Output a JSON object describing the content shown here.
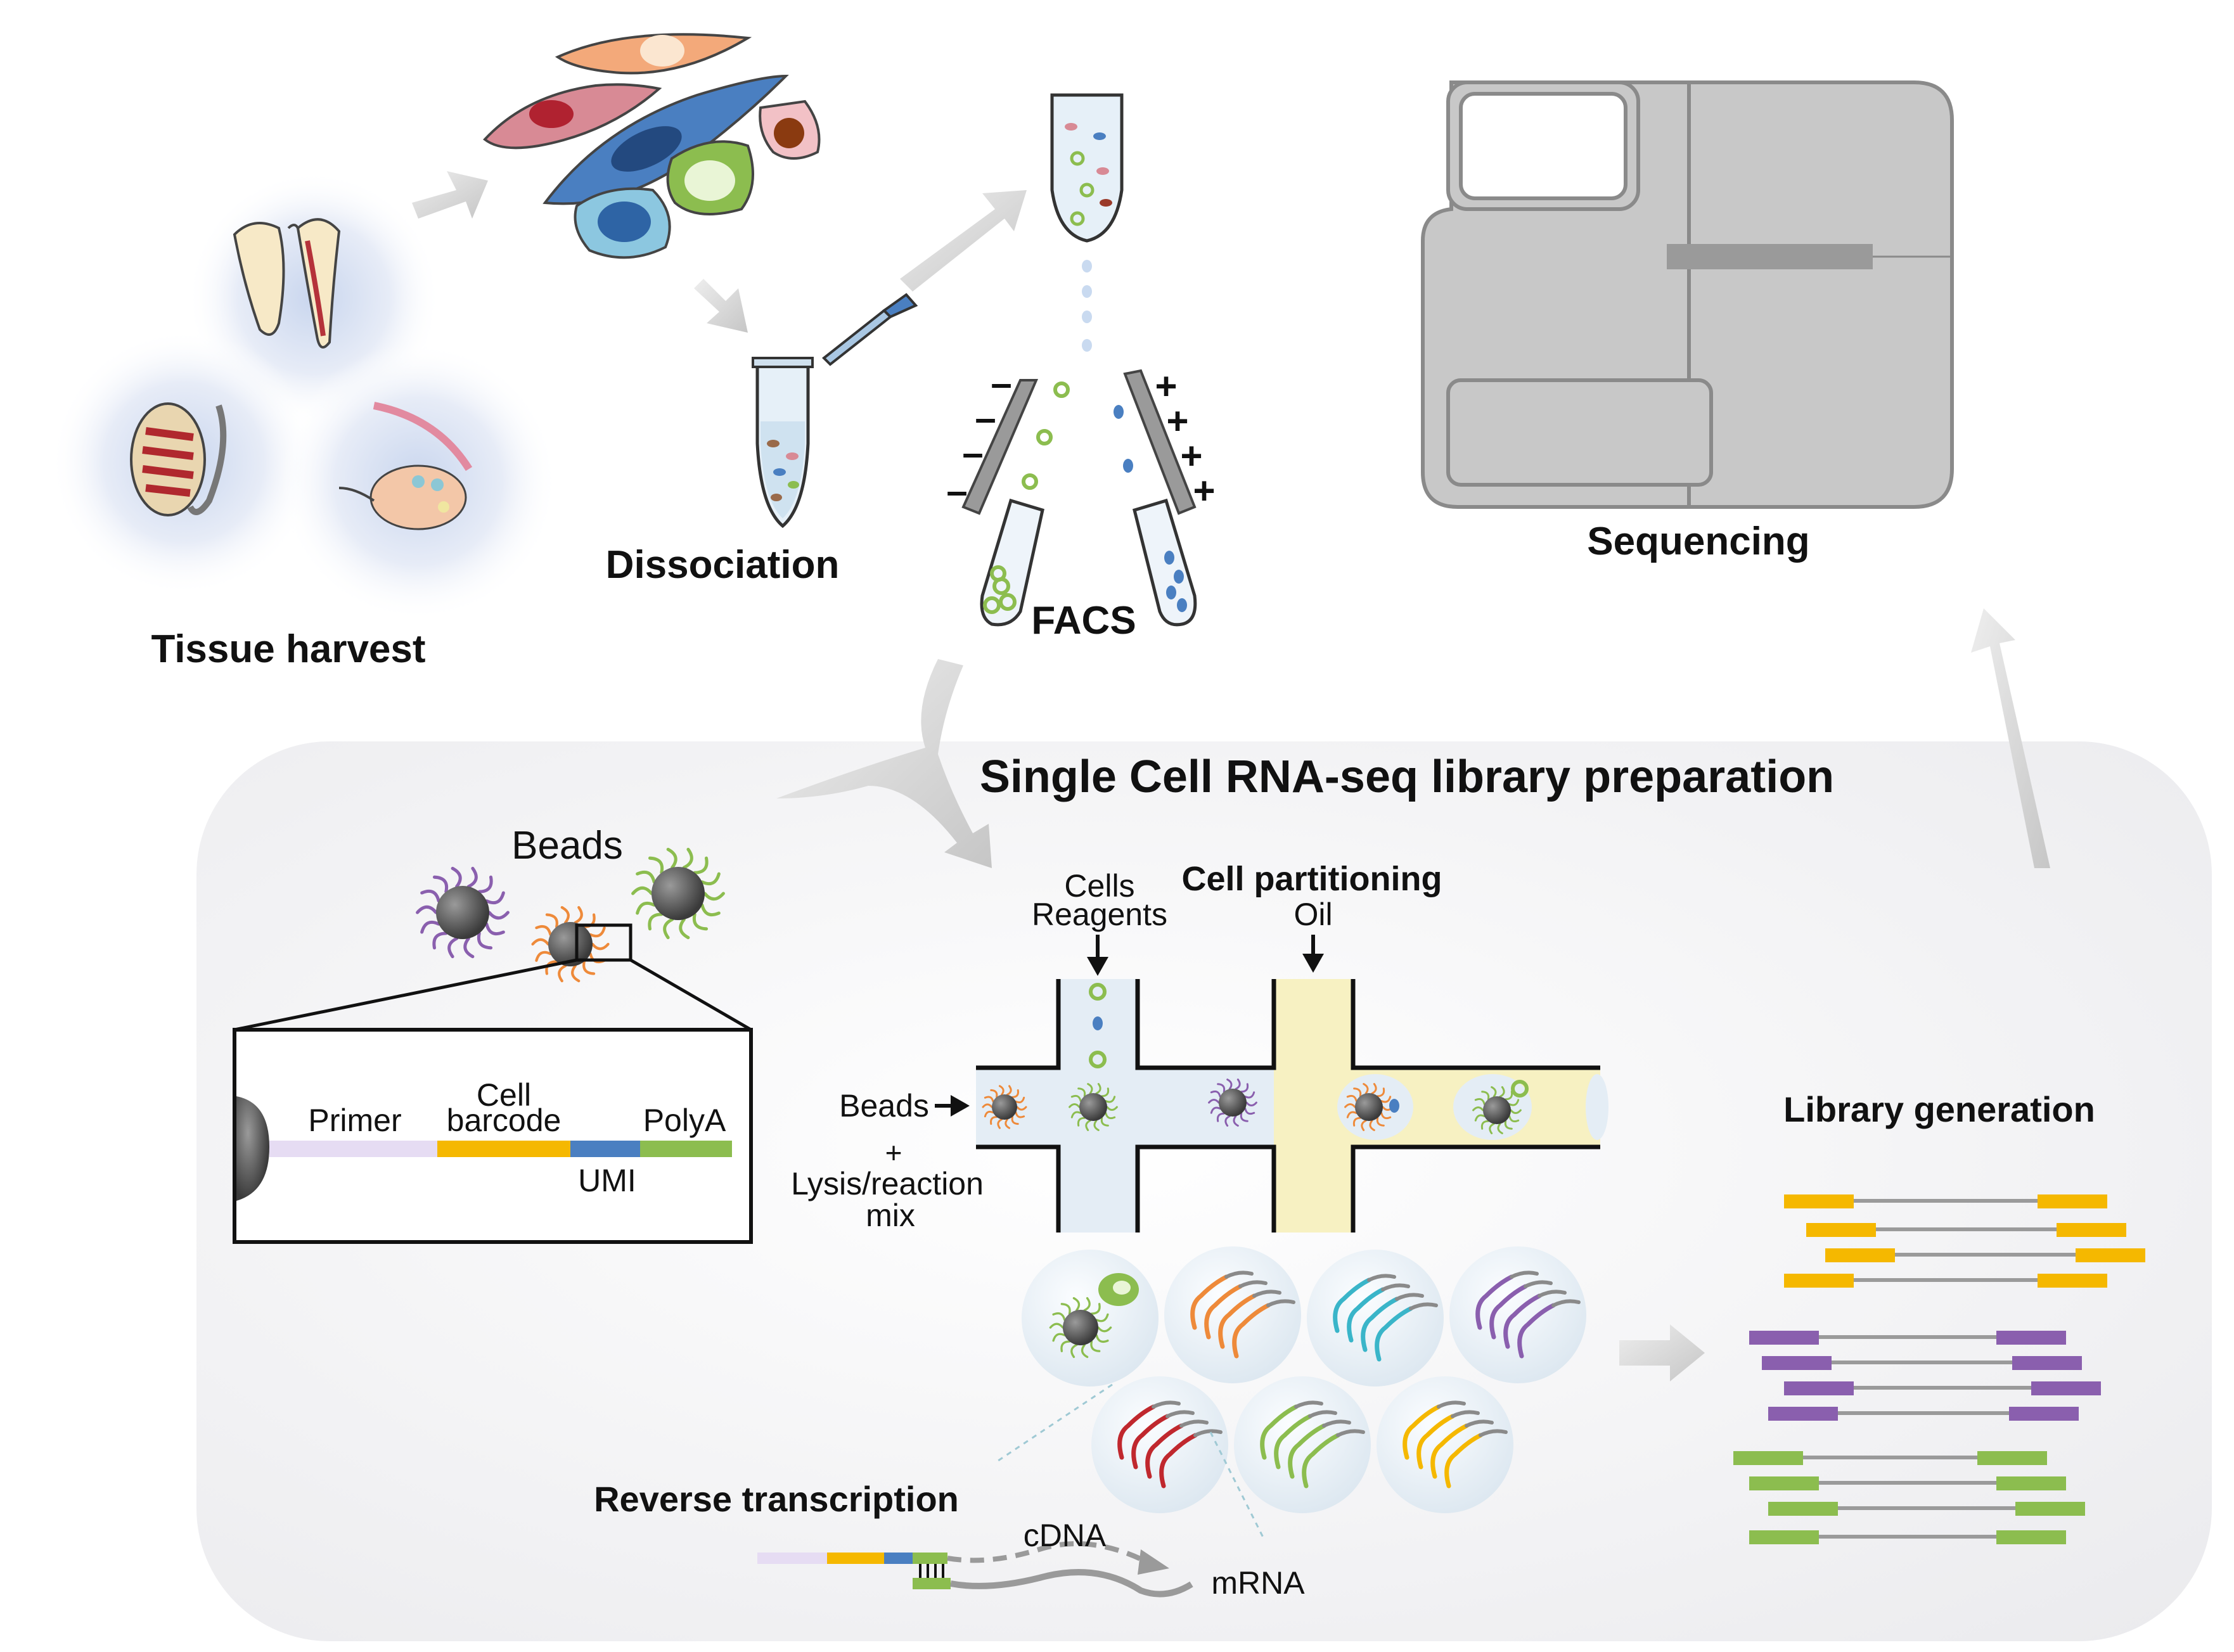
{
  "labels": {
    "tissue_harvest": "Tissue harvest",
    "dissociation": "Dissociation",
    "facs": "FACS",
    "sequencing": "Sequencing",
    "library_prep_title": "Single Cell RNA-seq library preparation",
    "beads_title": "Beads",
    "primer": "Primer",
    "cell_barcode_line1": "Cell",
    "cell_barcode_line2": "barcode",
    "umi": "UMI",
    "polya": "PolyA",
    "cells": "Cells",
    "reagents": "Reagents",
    "cell_partitioning": "Cell partitioning",
    "oil": "Oil",
    "beads_input": "Beads",
    "plus": "+",
    "lysis_line1": "Lysis/reaction",
    "lysis_line2": "mix",
    "library_generation": "Library generation",
    "reverse_transcription": "Reverse transcription",
    "cdna": "cDNA",
    "mrna": "mRNA",
    "facs_minus": "–",
    "facs_plus": "+"
  },
  "colors": {
    "primer": "#e6dcf3",
    "barcode": "#f5b800",
    "umi": "#4a7fc1",
    "polya": "#8cbd4f",
    "library_yellow": "#f5b800",
    "library_purple": "#8a5fae",
    "library_green": "#8cbd4f",
    "sequencer": "#c8c8c8",
    "oil_channel": "#f7f1c2",
    "aqueous_channel": "#e4edf5",
    "panel_bg": "#f0f0f3",
    "arrow_gray": "#d7d7d7"
  },
  "icons": [
    "tissue-icon",
    "cell-icon",
    "tube-icon",
    "pipette-icon",
    "sequencer-icon",
    "bead-icon",
    "droplet-icon",
    "arrow-icon"
  ]
}
